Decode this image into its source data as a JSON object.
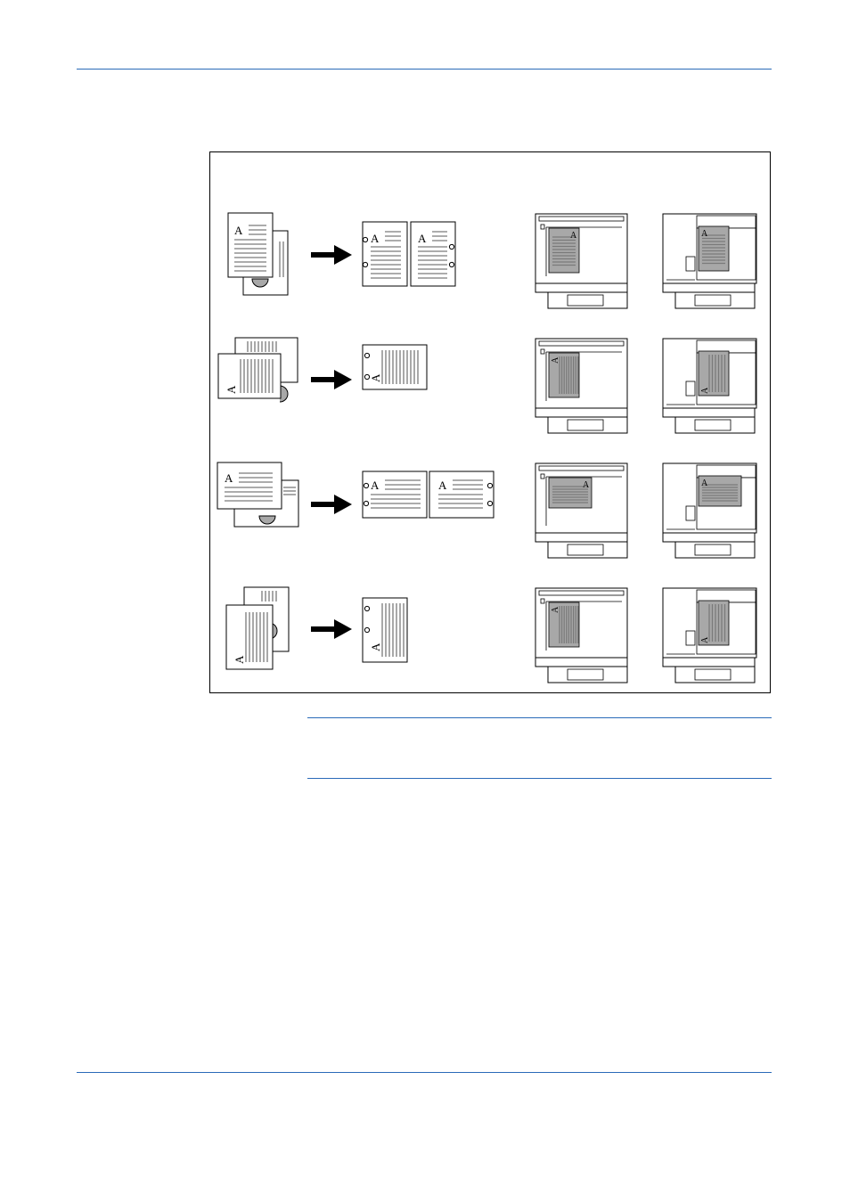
{
  "figure": {
    "glyph": "A",
    "rows": [
      {
        "id": "portrait-originals-to-two-portrait-copies",
        "original_orientation": "portrait",
        "output": "two-portrait-pages"
      },
      {
        "id": "landscape-originals-to-one-portrait-copy",
        "original_orientation": "landscape-rotated",
        "output": "one-rotated-page"
      },
      {
        "id": "landscape-originals-to-two-landscape-copies",
        "original_orientation": "landscape",
        "output": "two-landscape-pages"
      },
      {
        "id": "portrait-rotated-originals-to-one-portrait-copy",
        "original_orientation": "portrait-rotated",
        "output": "one-rotated-page"
      }
    ],
    "icons": [
      "arrow-right-icon",
      "platen-placement-icon",
      "document-processor-placement-icon"
    ],
    "colors": {
      "rule": "#2a6ab8",
      "ink": "#000000",
      "text_lines": "#7a7a7a",
      "placed_original": "#a8a8a8"
    }
  }
}
